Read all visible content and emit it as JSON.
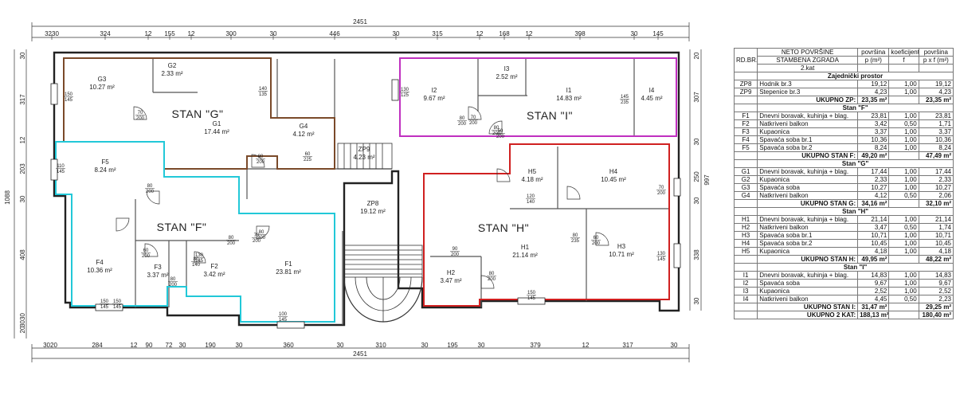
{
  "plan": {
    "total_width_label": "2451",
    "total_height_label": "1088",
    "right_height_label": "997",
    "top_dims": [
      "3230",
      "324",
      "12",
      "155",
      "12",
      "300",
      "30",
      "446",
      "30",
      "315",
      "12",
      "168",
      "12",
      "398",
      "30",
      "145"
    ],
    "bottom_dims": [
      "3020",
      "284",
      "12",
      "90",
      "72",
      "30",
      "190",
      "30",
      "360",
      "30",
      "310",
      "30",
      "195",
      "30",
      "379",
      "12",
      "317",
      "30"
    ],
    "left_dims": [
      "30",
      "317",
      "12",
      "203",
      "30",
      "408",
      "3030",
      "20"
    ],
    "right_dims": [
      "20",
      "307",
      "30",
      "250",
      "30",
      "338",
      "30"
    ],
    "apartments": [
      {
        "id": "G",
        "label": "STAN \"G\""
      },
      {
        "id": "I",
        "label": "STAN \"I\""
      },
      {
        "id": "F",
        "label": "STAN \"F\""
      },
      {
        "id": "H",
        "label": "STAN \"H\""
      }
    ],
    "rooms": [
      {
        "code": "G3",
        "area": "10.27 m²"
      },
      {
        "code": "G2",
        "area": "2.33 m²"
      },
      {
        "code": "G1",
        "area": "17.44 m²"
      },
      {
        "code": "G4",
        "area": "4.12 m²"
      },
      {
        "code": "ZP9",
        "area": "4.23 m²"
      },
      {
        "code": "I2",
        "area": "9.67 m²"
      },
      {
        "code": "I3",
        "area": "2.52 m²"
      },
      {
        "code": "I1",
        "area": "14.83 m²"
      },
      {
        "code": "I4",
        "area": "4.45 m²"
      },
      {
        "code": "F5",
        "area": "8.24 m²"
      },
      {
        "code": "ZP8",
        "area": "19.12 m²"
      },
      {
        "code": "H5",
        "area": "4.18 m²"
      },
      {
        "code": "H4",
        "area": "10.45 m²"
      },
      {
        "code": "F4",
        "area": "10.36 m²"
      },
      {
        "code": "F3",
        "area": "3.37 m²"
      },
      {
        "code": "F2",
        "area": "3.42 m²"
      },
      {
        "code": "F1",
        "area": "23.81 m²"
      },
      {
        "code": "H1",
        "area": "21.14 m²"
      },
      {
        "code": "H2",
        "area": "3.47 m²"
      },
      {
        "code": "H3",
        "area": "10.71 m²"
      }
    ],
    "openings": [
      {
        "top": "150",
        "bottom": "145"
      },
      {
        "top": "70",
        "bottom": "200"
      },
      {
        "top": "140",
        "bottom": "135"
      },
      {
        "top": "80",
        "bottom": "200"
      },
      {
        "top": "60",
        "bottom": "225"
      },
      {
        "top": "80",
        "bottom": "200"
      },
      {
        "top": "130",
        "bottom": "125"
      },
      {
        "top": "70",
        "bottom": "200"
      },
      {
        "top": "80",
        "bottom": "200"
      },
      {
        "top": "145",
        "bottom": "235"
      },
      {
        "top": "110",
        "bottom": "145"
      },
      {
        "top": "80",
        "bottom": "200"
      },
      {
        "top": "80",
        "bottom": "200"
      },
      {
        "top": "60",
        "bottom": "200"
      },
      {
        "top": "130",
        "bottom": "145"
      },
      {
        "top": "70",
        "bottom": "200"
      },
      {
        "top": "80",
        "bottom": "200"
      },
      {
        "top": "80",
        "bottom": "140"
      },
      {
        "top": "80",
        "bottom": "200"
      },
      {
        "top": "90",
        "bottom": "200"
      },
      {
        "top": "80",
        "bottom": "200"
      },
      {
        "top": "50",
        "bottom": "200"
      },
      {
        "top": "120",
        "bottom": "140"
      },
      {
        "top": "80",
        "bottom": "235"
      },
      {
        "top": "60",
        "bottom": "200"
      },
      {
        "top": "70",
        "bottom": "200"
      },
      {
        "top": "130",
        "bottom": "145"
      },
      {
        "top": "150",
        "bottom": "145"
      },
      {
        "top": "150",
        "bottom": "145"
      },
      {
        "top": "100",
        "bottom": "145"
      },
      {
        "top": "150",
        "bottom": "145"
      }
    ]
  },
  "table": {
    "head_rdbr": "RD.BR.",
    "head_neto": "NETO POVRŠINE",
    "head_stambena": "STAMBENA ZGRADA",
    "head_povrsina": "površina",
    "head_koef": "koeficijent",
    "head_povrsina2": "površina",
    "head_p": "p (m²)",
    "head_f": "f",
    "head_pxf": "p x f (m²)",
    "floor": "2.kat",
    "sections": [
      {
        "title": "Zajednički prostor",
        "rows": [
          {
            "code": "ZP8",
            "name": "Hodnik br.3",
            "p": "19,12",
            "f": "1,00",
            "pf": "19,12"
          },
          {
            "code": "ZP9",
            "name": "Stepenice br.3",
            "p": "4,23",
            "f": "1,00",
            "pf": "4,23"
          }
        ],
        "total_label": "UKUPNO ZP:",
        "total_p": "23,35 m²",
        "total_pf": "23,35 m²"
      },
      {
        "title": "Stan \"F\"",
        "rows": [
          {
            "code": "F1",
            "name": "Dnevni boravak, kuhinja + blag.",
            "p": "23,81",
            "f": "1,00",
            "pf": "23,81"
          },
          {
            "code": "F2",
            "name": "Natkriveni balkon",
            "p": "3,42",
            "f": "0,50",
            "pf": "1,71"
          },
          {
            "code": "F3",
            "name": "Kupaonica",
            "p": "3,37",
            "f": "1,00",
            "pf": "3,37"
          },
          {
            "code": "F4",
            "name": "Spavaća soba br.1",
            "p": "10,36",
            "f": "1,00",
            "pf": "10,36"
          },
          {
            "code": "F5",
            "name": "Spavaća soba br.2",
            "p": "8,24",
            "f": "1,00",
            "pf": "8,24"
          }
        ],
        "total_label": "UKUPNO STAN F:",
        "total_p": "49,20 m²",
        "total_pf": "47,49 m²"
      },
      {
        "title": "Stan \"G\"",
        "rows": [
          {
            "code": "G1",
            "name": "Dnevni boravak, kuhinja + blag.",
            "p": "17,44",
            "f": "1,00",
            "pf": "17,44"
          },
          {
            "code": "G2",
            "name": "Kupaonica",
            "p": "2,33",
            "f": "1,00",
            "pf": "2,33"
          },
          {
            "code": "G3",
            "name": "Spavaća soba",
            "p": "10,27",
            "f": "1,00",
            "pf": "10,27"
          },
          {
            "code": "G4",
            "name": "Natkriveni balkon",
            "p": "4,12",
            "f": "0,50",
            "pf": "2,06"
          }
        ],
        "total_label": "UKUPNO STAN G:",
        "total_p": "34,16 m²",
        "total_pf": "32,10 m²"
      },
      {
        "title": "Stan \"H\"",
        "rows": [
          {
            "code": "H1",
            "name": "Dnevni boravak, kuhinja + blag.",
            "p": "21,14",
            "f": "1,00",
            "pf": "21,14"
          },
          {
            "code": "H2",
            "name": "Natkriveni balkon",
            "p": "3,47",
            "f": "0,50",
            "pf": "1,74"
          },
          {
            "code": "H3",
            "name": "Spavaća soba br.1",
            "p": "10,71",
            "f": "1,00",
            "pf": "10,71"
          },
          {
            "code": "H4",
            "name": "Spavaća soba br.2",
            "p": "10,45",
            "f": "1,00",
            "pf": "10,45"
          },
          {
            "code": "H5",
            "name": "Kupaonica",
            "p": "4,18",
            "f": "1,00",
            "pf": "4,18"
          }
        ],
        "total_label": "UKUPNO STAN H:",
        "total_p": "49,95 m²",
        "total_pf": "48,22 m²"
      },
      {
        "title": "Stan \"I\"",
        "rows": [
          {
            "code": "I1",
            "name": "Dnevni boravak, kuhinja + blag.",
            "p": "14,83",
            "f": "1,00",
            "pf": "14,83"
          },
          {
            "code": "I2",
            "name": "Spavaća soba",
            "p": "9,67",
            "f": "1,00",
            "pf": "9,67"
          },
          {
            "code": "I3",
            "name": "Kupaonica",
            "p": "2,52",
            "f": "1,00",
            "pf": "2,52"
          },
          {
            "code": "I4",
            "name": "Natkriveni balkon",
            "p": "4,45",
            "f": "0,50",
            "pf": "2,23"
          }
        ],
        "total_label": "UKUPNO STAN I:",
        "total_p": "31,47 m²",
        "total_pf": "29,25 m²"
      }
    ],
    "grand_label": "UKUPNO 2 KAT:",
    "grand_p": "188,13 m²",
    "grand_pf": "180,40 m²"
  },
  "colors": {
    "stan_g": "#7a4a2a",
    "stan_i": "#c030c0",
    "stan_f": "#22c8d8",
    "stan_h": "#d02020",
    "wall": "#222222"
  }
}
